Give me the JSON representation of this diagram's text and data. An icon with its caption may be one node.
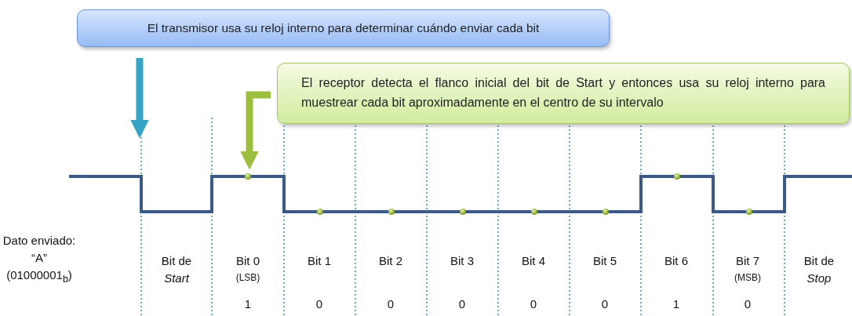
{
  "diagram": {
    "nodes": [
      {
        "text": [
          "El transmisor usa su reloj interno para determinar cuándo enviar cada bit"
        ]
      },
      {
        "text": [
          "El receptor detecta el flanco inicial del bit de Start y entonces usa su reloj interno para muestrear cada bit aproximadamente en el centro de su intervalo"
        ]
      }
    ],
    "edges": [
      {
        "from": 0,
        "to": null,
        "arrow": "to",
        "color": "#35a3c4"
      },
      {
        "from": 1,
        "to": null,
        "arrow": "to",
        "color": "#9cbf3e"
      }
    ],
    "labels": [
      "Dato enviado: “A” (01000001$_{b}$)",
      "Bit de *Start*",
      "Bit 0",
      "(LSB)",
      "Bit 1",
      "Bit 2",
      "Bit 3",
      "Bit 4",
      "Bit 5",
      "Bit 6",
      "Bit 7",
      "(MSB)",
      "Bit de *Stop*",
      "1",
      "0",
      "0",
      "0",
      "0",
      "0",
      "1",
      "0"
    ]
  }
}
